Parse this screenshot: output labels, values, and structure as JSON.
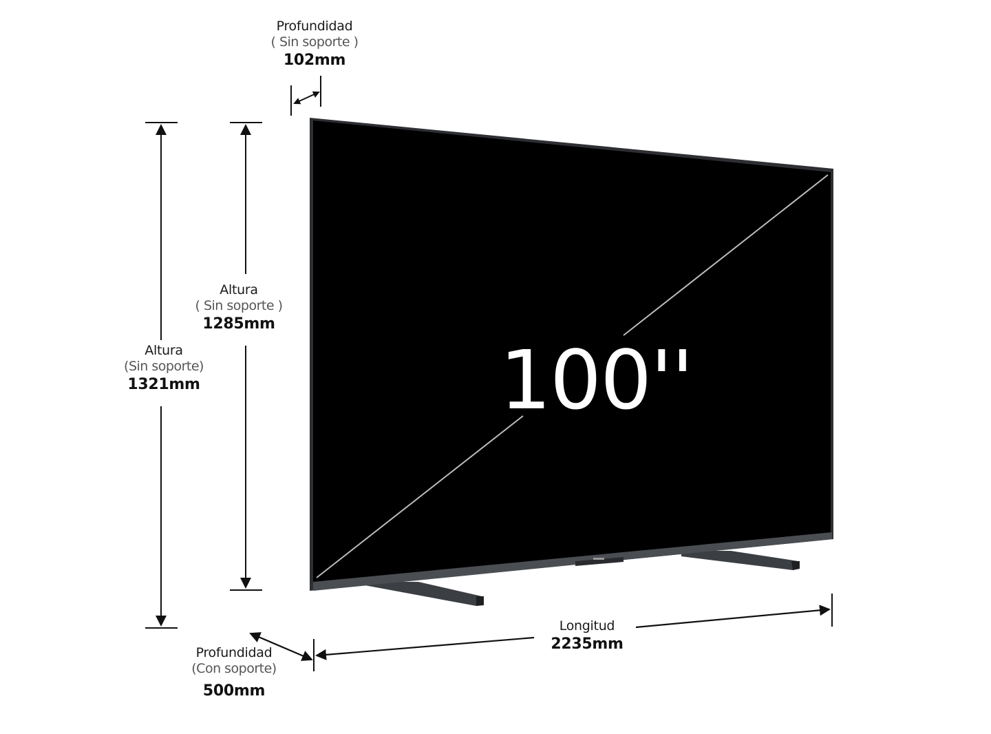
{
  "diagram": {
    "title": "TV dimensions diagram",
    "screen_size": "100''",
    "colors": {
      "background": "#ffffff",
      "screen": "#000000",
      "bezel": "#4a4d52",
      "stand": "#3b3e43",
      "annotation": "#111111",
      "diagonal_line": "#bdbdbd"
    },
    "dimensions": {
      "depth_no_stand": {
        "label": "Profundidad",
        "qualifier": "( Sin soporte )",
        "value": "102mm"
      },
      "height_no_stand": {
        "label": "Altura",
        "qualifier": "( Sin soporte )",
        "value": "1285mm"
      },
      "height_total": {
        "label": "Altura",
        "qualifier": "(Sin soporte)",
        "value": "1321mm"
      },
      "depth_with_stand": {
        "label": "Profundidad",
        "qualifier": "(Con soporte)",
        "value": "500mm"
      },
      "width": {
        "label": "Longitud",
        "value": "2235mm"
      }
    }
  }
}
